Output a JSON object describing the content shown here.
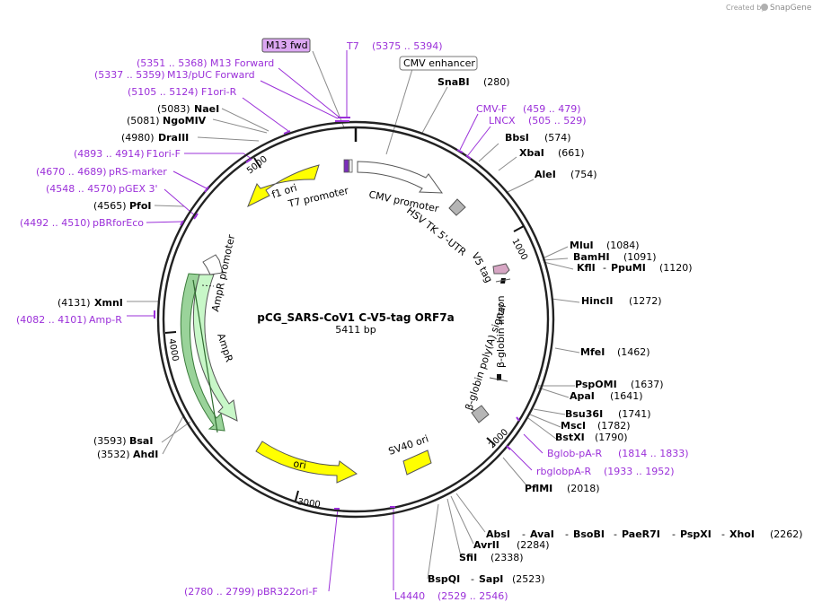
{
  "credit": {
    "prefix": "Created by",
    "brand": "SnapGene"
  },
  "plasmid": {
    "name": "pCG_SARS-CoV1 C-V5-tag ORF7a",
    "length": "5411 bp"
  },
  "colors": {
    "primer": "#9b30d9",
    "backbone": "#222222",
    "feature_yellow": "#ffff00",
    "feature_green": "#c8f7c8",
    "feature_white": "#ffffff",
    "feature_gray": "#b5b5b5",
    "feature_pink": "#d7a6c4",
    "primer_box": "#dca7f2"
  },
  "ticks": {
    "t1000": "1000",
    "t2000": "2000",
    "t3000": "3000",
    "t4000": "4000",
    "t5000": "5000"
  },
  "enzymes": {
    "snabi": {
      "name": "SnaBI",
      "pos": "(280)"
    },
    "bbsi": {
      "name": "BbsI",
      "pos": "(574)"
    },
    "xbai": {
      "name": "XbaI",
      "pos": "(661)"
    },
    "alei": {
      "name": "AleI",
      "pos": "(754)"
    },
    "mlui": {
      "name": "MluI",
      "pos": "(1084)"
    },
    "bamhi": {
      "name": "BamHI",
      "pos": "(1091)"
    },
    "kfli": {
      "name": "KflI",
      "sep": "-",
      "name2": "PpuMI",
      "pos": "(1120)"
    },
    "hincii": {
      "name": "HincII",
      "pos": "(1272)"
    },
    "mfei": {
      "name": "MfeI",
      "pos": "(1462)"
    },
    "pspomi": {
      "name": "PspOMI",
      "pos": "(1637)"
    },
    "apai": {
      "name": "ApaI",
      "pos": "(1641)"
    },
    "bsu36i": {
      "name": "Bsu36I",
      "pos": "(1741)"
    },
    "msci": {
      "name": "MscI",
      "pos": "(1782)"
    },
    "bstxi": {
      "name": "BstXI",
      "pos": "(1790)"
    },
    "pflmi": {
      "name": "PflMI",
      "pos": "(2018)"
    },
    "absi": {
      "name": "AbsI",
      "n2": "AvaI",
      "n3": "BsoBI",
      "n4": "PaeR7I",
      "n5": "PspXI",
      "n6": "XhoI",
      "sep": "-",
      "pos": "(2262)"
    },
    "avrii": {
      "name": "AvrII",
      "pos": "(2284)"
    },
    "sfii": {
      "name": "SfiI",
      "pos": "(2338)"
    },
    "bspqi": {
      "name": "BspQI",
      "sep": "-",
      "name2": "SapI",
      "pos": "(2523)"
    },
    "bsai": {
      "name": "BsaI",
      "pos": "(3593)"
    },
    "ahdi": {
      "name": "AhdI",
      "pos": "(3532)"
    },
    "xmni": {
      "name": "XmnI",
      "pos": "(4131)"
    },
    "pfoi": {
      "name": "PfoI",
      "pos": "(4565)"
    },
    "dralll": {
      "name": "DraIII",
      "pos": "(4980)"
    },
    "ngomiv": {
      "name": "NgoMIV",
      "pos": "(5081)"
    },
    "naei": {
      "name": "NaeI",
      "pos": "(5083)"
    }
  },
  "primers": {
    "m13fwd": {
      "name": "M13 fwd"
    },
    "t7": {
      "name": "T7",
      "pos": "(5375 .. 5394)"
    },
    "m13forward": {
      "pos": "(5351 .. 5368)",
      "name": "M13 Forward"
    },
    "m13puc": {
      "pos": "(5337 .. 5359)",
      "name": "M13/pUC Forward"
    },
    "f1orir": {
      "pos": "(5105 .. 5124)",
      "name": "F1ori-R"
    },
    "f1orif": {
      "pos": "(4893 .. 4914)",
      "name": "F1ori-F"
    },
    "prsmarker": {
      "pos": "(4670 .. 4689)",
      "name": "pRS-marker"
    },
    "pgex3": {
      "pos": "(4548 .. 4570)",
      "name": "pGEX 3'"
    },
    "pbrforeco": {
      "pos": "(4492 .. 4510)",
      "name": "pBRforEco"
    },
    "ampr": {
      "pos": "(4082 .. 4101)",
      "name": "Amp-R"
    },
    "cmvf": {
      "name": "CMV-F",
      "pos": "(459 .. 479)"
    },
    "lncx": {
      "name": "LNCX",
      "pos": "(505 .. 529)"
    },
    "bglobpar": {
      "name": "Bglob-pA-R",
      "pos": "(1814 .. 1833)"
    },
    "rbglobpar": {
      "name": "rbglobpA-R",
      "pos": "(1933 .. 1952)"
    },
    "pbr322orif": {
      "pos": "(2780 .. 2799)",
      "name": "pBR322ori-F"
    },
    "l4440": {
      "name": "L4440",
      "pos": "(2529 .. 2546)"
    }
  },
  "features": {
    "cmv_enhancer": "CMV enhancer",
    "cmv_promoter": "CMV promoter",
    "t7_promoter": "T7 promoter",
    "f1_ori": "f1 ori",
    "hsv_tk_utr": "HSV TK 5'-UTR",
    "v5_tag": "V5 tag",
    "bglobin_intron": "β-globin intron",
    "bglobin_polya": "β-globin poly(A) signal",
    "sv40_ori": "SV40 ori",
    "ori": "ori",
    "ampr": "AmpR",
    "ampr_promoter": "AmpR promoter"
  }
}
